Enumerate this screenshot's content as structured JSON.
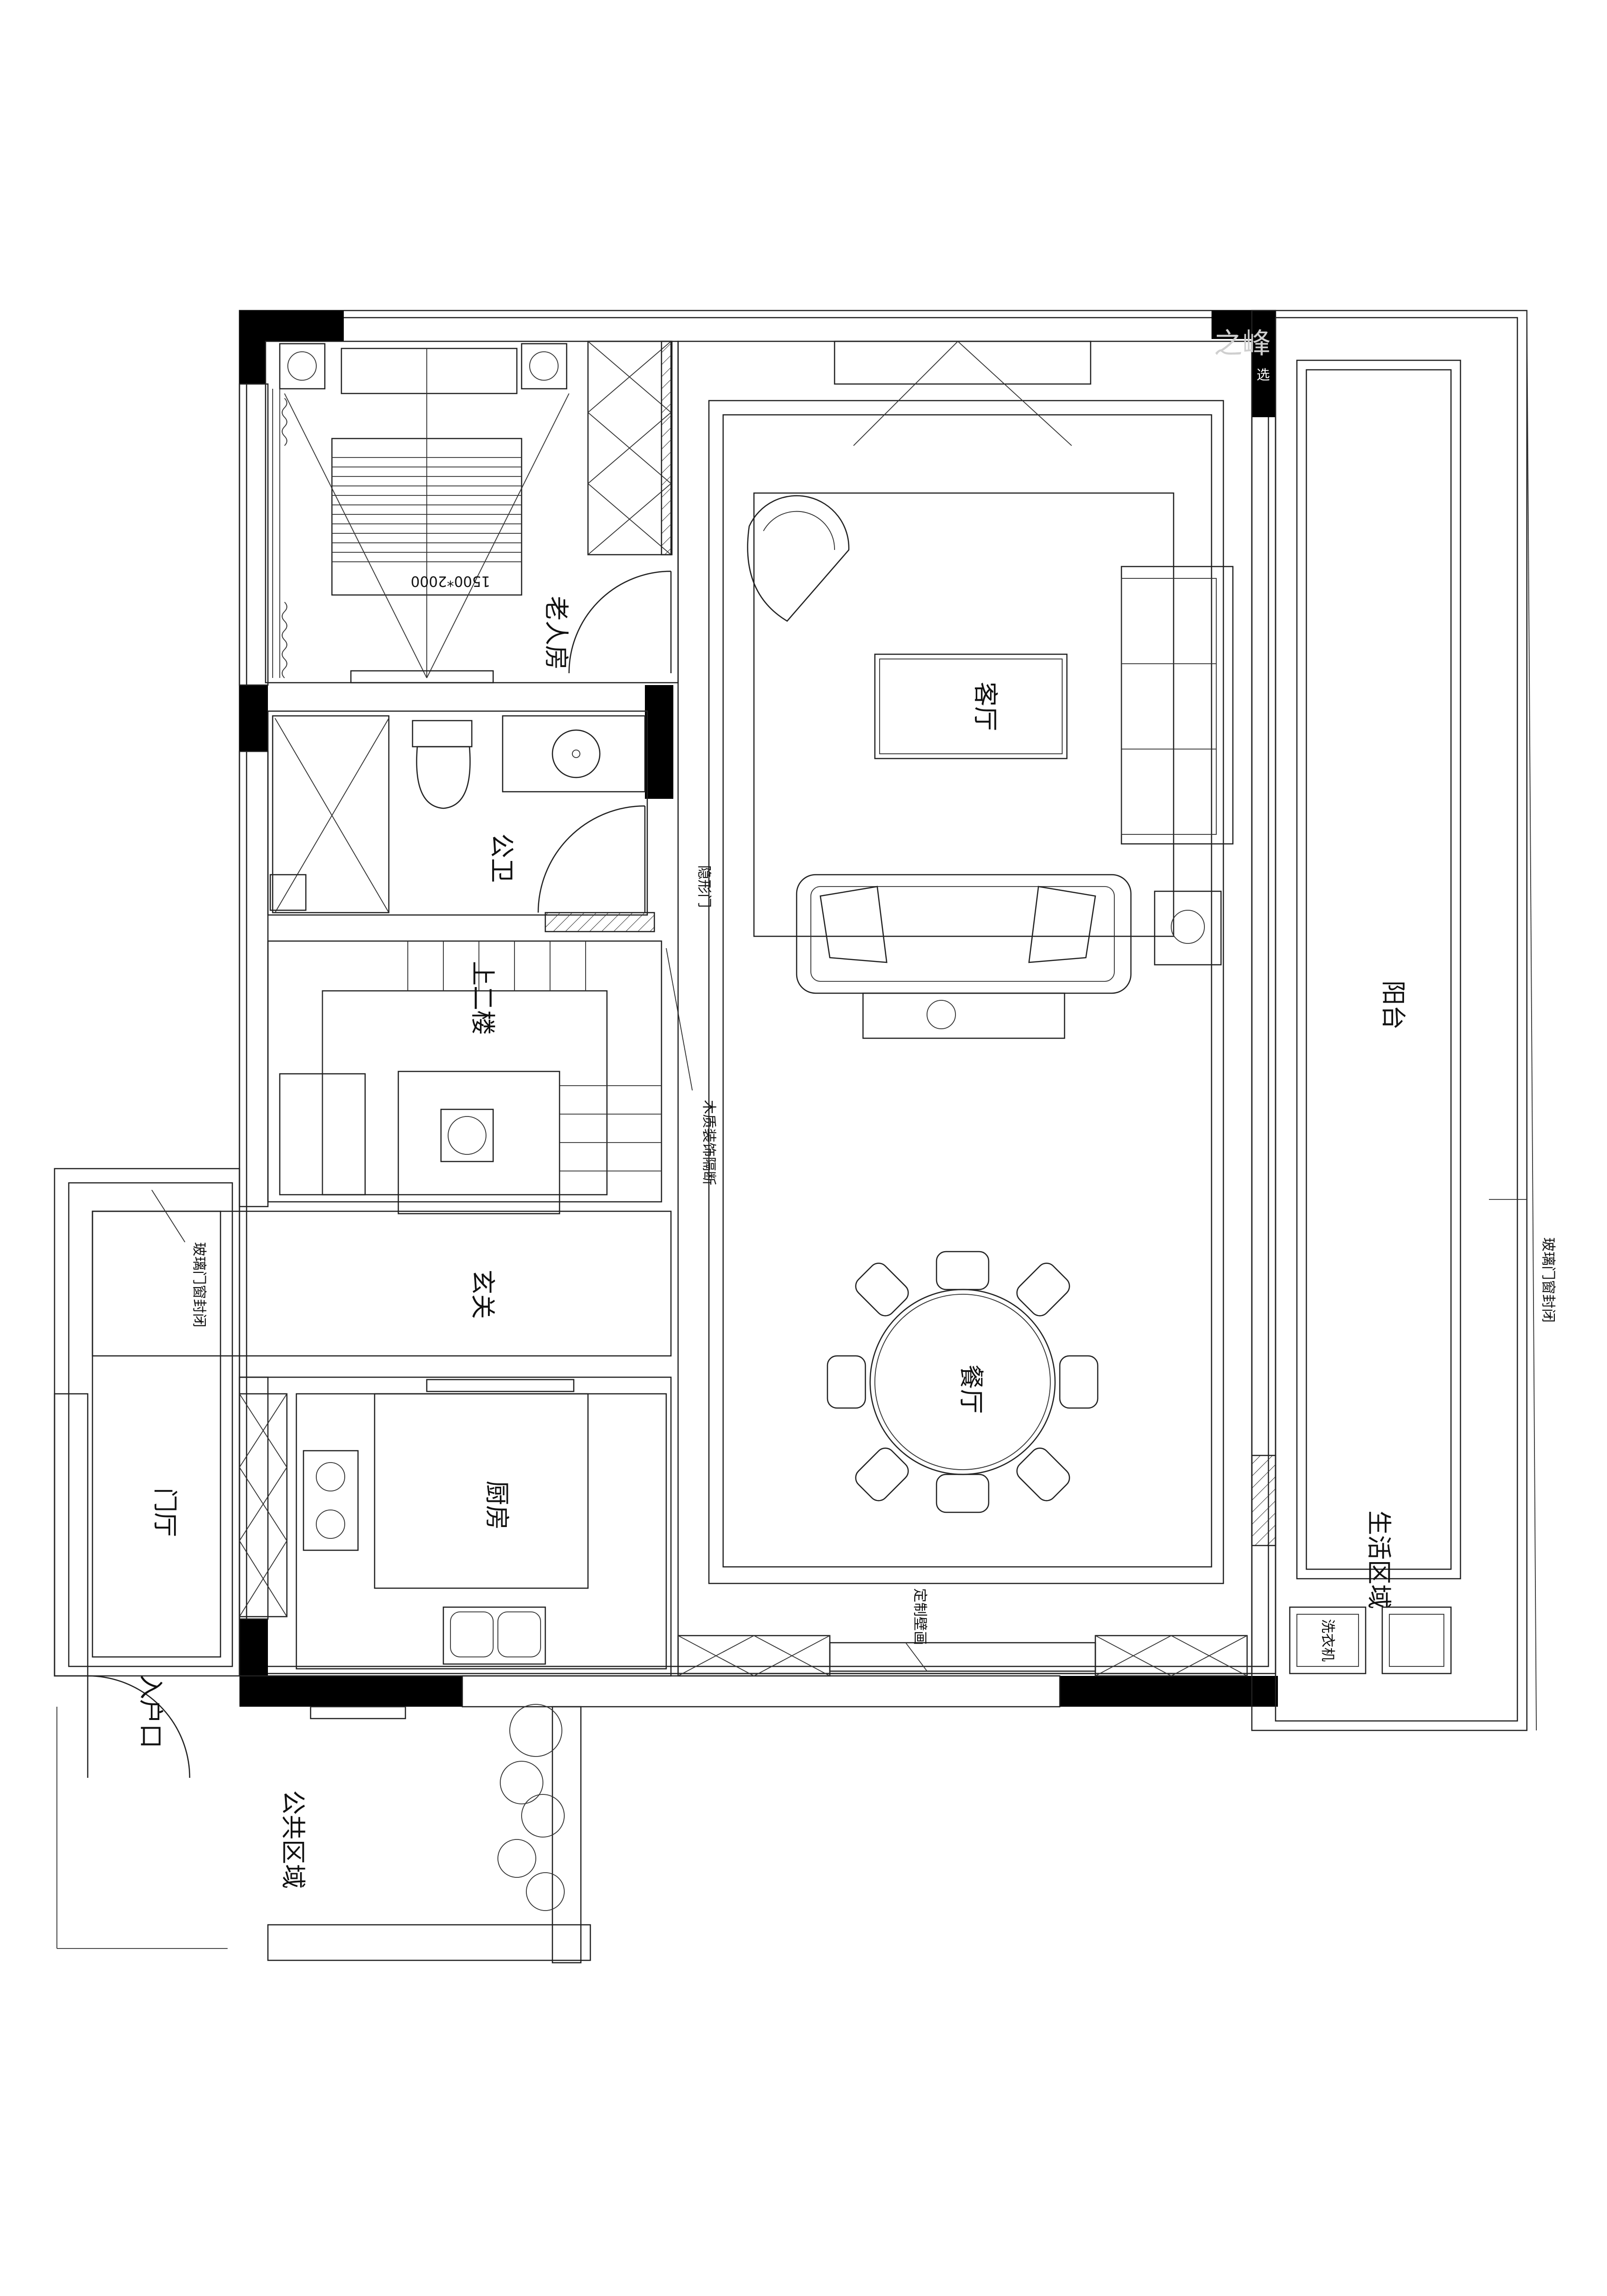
{
  "rooms": {
    "elder_room": "老人房",
    "public_wc": "公卫",
    "stairs_up": "上二楼",
    "living_room": "客厅",
    "balcony": "阳台",
    "foyer": "玄关",
    "kitchen": "厨房",
    "dining": "餐厅",
    "entrance_hall": "门厅",
    "entrance": "入户口",
    "public_area": "公共区域",
    "utility_area": "生活区域",
    "washer": "洗衣机"
  },
  "annotations": {
    "bed_size": "1500*2000",
    "hidden_door": "隐形门",
    "wood_partition": "木质装饰隔断",
    "glass_door_left": "玻璃门窗封闭",
    "glass_door_right": "玻璃门窗封闭",
    "custom_cabinet": "定制壁画"
  },
  "watermark": {
    "text": "之峰",
    "small": "选"
  },
  "colors": {
    "wall": "#000000",
    "line": "#111111",
    "background": "#ffffff"
  }
}
